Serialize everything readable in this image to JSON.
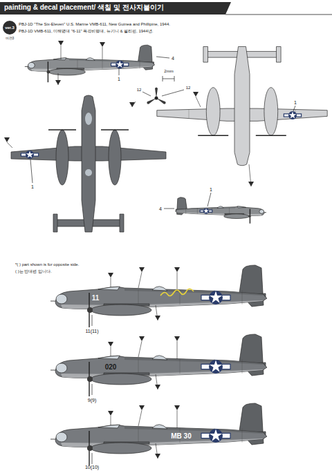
{
  "diagram": {
    "title": "painting & decal placement/ 색칠 및 전사지붙이기",
    "labels": [
      "ver.3",
      "버전3",
      "PBJ-1D \"The Six-Eleven\" U.S. Marine VMB-611, New Guinea and Phillipine, 1944.",
      "PBJ-1D VMB-611, 미해병대 \"6-11\" 폭격비행대, 뉴기니 & 필리핀, 1944년.",
      "4",
      "1",
      "2mm",
      "12",
      "12",
      "1",
      "1",
      "1",
      "4",
      "*(  ) part shown is for opposite side.",
      "(  )는 반대편 입니다.",
      "11",
      "11(11)",
      "020",
      "9(9)",
      "MB 30",
      "10(10)"
    ]
  }
}
